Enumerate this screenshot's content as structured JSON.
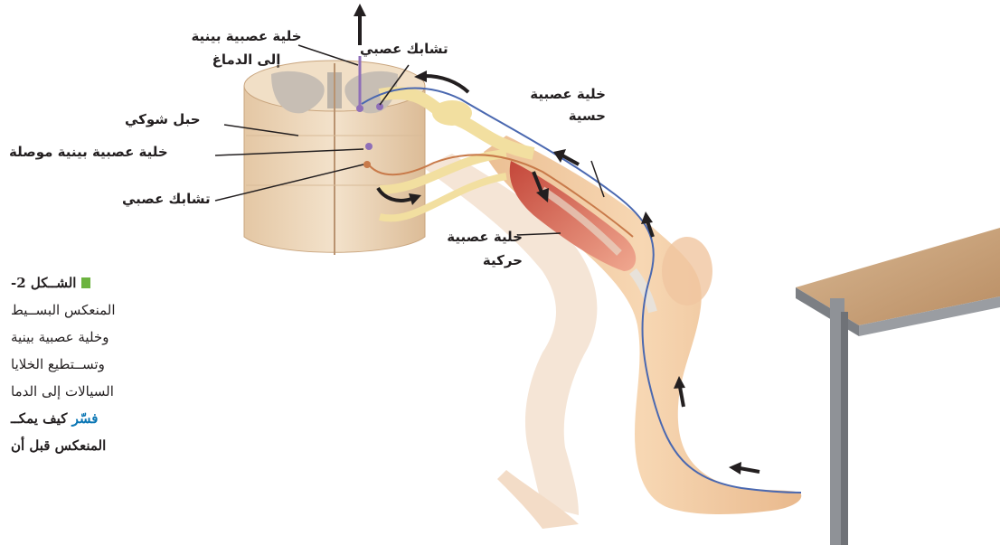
{
  "labels": {
    "interneuron_to_brain_1": "خلية عصبية بينية",
    "interneuron_to_brain_2": "إلى الدماغ",
    "synapse_top": "تشابك عصبي",
    "sensory_neuron_1": "خلية عصبية",
    "sensory_neuron_2": "حسية",
    "spinal_cord": "حبل شوكي",
    "connecting_interneuron": "خلية عصبية بينية موصلة",
    "synapse_bottom": "تشابك عصبي",
    "motor_neuron_1": "خلية عصبية",
    "motor_neuron_2": "حركية"
  },
  "caption": {
    "figure_label": "الشــكل 2-",
    "line2": "المنعكس البســيط",
    "line3": "وخلية عصبية بينية",
    "line4": "وتســتطيع الخلايا",
    "line5": "السيالات إلى الدما",
    "explain_word": "فسّر",
    "line6_rest": " كيف يمكــ",
    "line7": "المنعكس قبل أن"
  },
  "colors": {
    "accent": "#0a76b4",
    "bullet": "#6cb33f",
    "skin": "#f3cfa8",
    "nerve": "#f2dfa0",
    "nerve_line": "#4a68b0",
    "table_top": "#c9a27a"
  }
}
